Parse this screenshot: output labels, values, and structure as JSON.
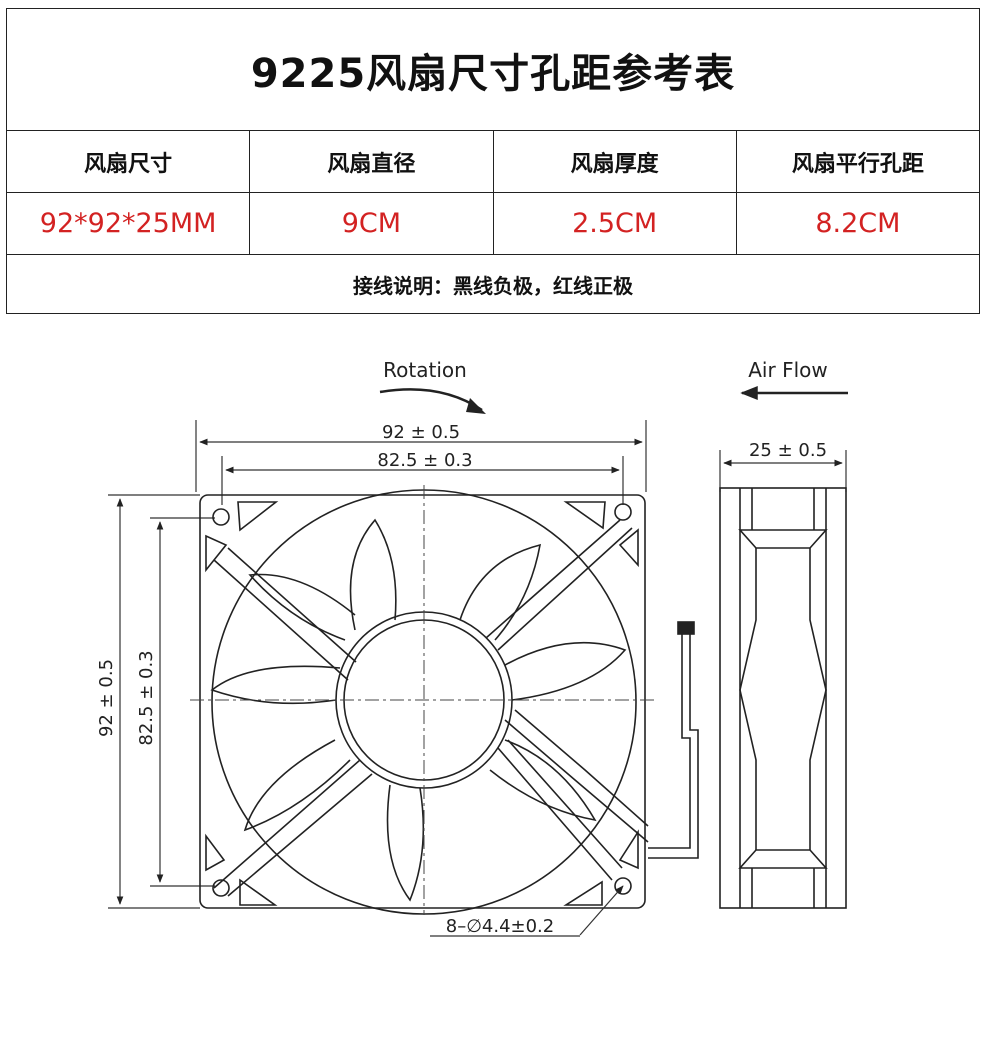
{
  "table": {
    "title": "9225风扇尺寸孔距参考表",
    "headers": [
      "风扇尺寸",
      "风扇直径",
      "风扇厚度",
      "风扇平行孔距"
    ],
    "values": [
      "92*92*25MM",
      "9CM",
      "2.5CM",
      "8.2CM"
    ],
    "note": "接线说明：黑线负极，红线正极",
    "value_color": "#d32222"
  },
  "drawing": {
    "rotation_label": "Rotation",
    "airflow_label": "Air Flow",
    "width_dim": "92 ± 0.5",
    "hole_width_dim": "82.5 ± 0.3",
    "height_dim": "92 ± 0.5",
    "hole_height_dim": "82.5 ± 0.3",
    "depth_dim": "25 ± 0.5",
    "hole_spec": "8–∅4.4±0.2"
  }
}
